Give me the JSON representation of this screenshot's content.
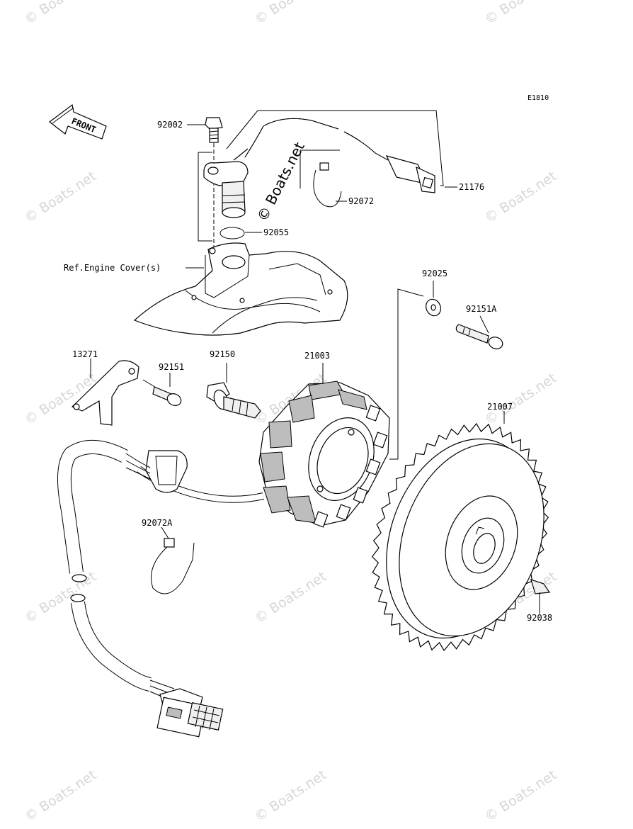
{
  "diagram_code": "E1810",
  "watermark": "© Boats.net",
  "front_arrow_label": "FRONT",
  "ref_note": "Ref.Engine Cover(s)",
  "parts": [
    {
      "id": "92002"
    },
    {
      "id": "21176"
    },
    {
      "id": "92072"
    },
    {
      "id": "92055"
    },
    {
      "id": "92025"
    },
    {
      "id": "92151A"
    },
    {
      "id": "13271"
    },
    {
      "id": "92151"
    },
    {
      "id": "92150"
    },
    {
      "id": "21003"
    },
    {
      "id": "21007"
    },
    {
      "id": "92072A"
    },
    {
      "id": "92038"
    }
  ]
}
